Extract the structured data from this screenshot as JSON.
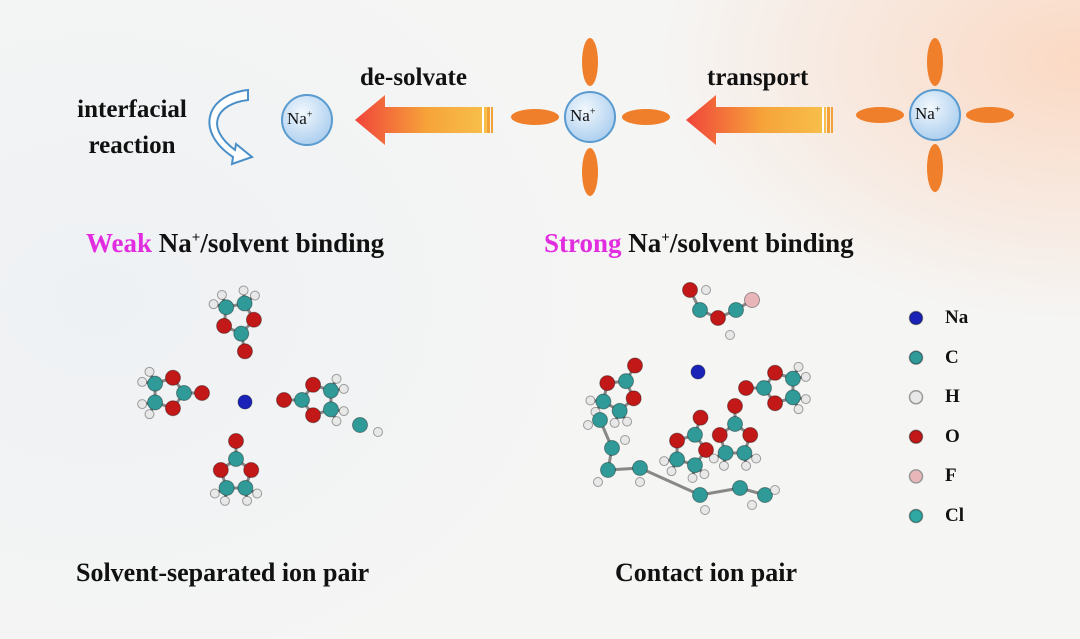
{
  "process": {
    "interfacial_reaction": [
      "interfacial",
      "reaction"
    ],
    "desolvate_label": "de-solvate",
    "transport_label": "transport",
    "ion_label": "Na",
    "ion_charge": "+"
  },
  "binding": {
    "weak": {
      "emphasis": "Weak",
      "ion": "Na",
      "charge": "+",
      "rest": "/solvent binding"
    },
    "strong": {
      "emphasis": "Strong",
      "ion": "Na",
      "charge": "+",
      "rest": "/solvent binding"
    }
  },
  "captions": {
    "left": "Solvent-separated ion pair",
    "right": "Contact ion pair"
  },
  "legend": [
    {
      "label": "Na",
      "color": "#1a22b8"
    },
    {
      "label": "C",
      "color": "#2f9a98"
    },
    {
      "label": "H",
      "color": "#e8e8e8"
    },
    {
      "label": "O",
      "color": "#c21818"
    },
    {
      "label": "F",
      "color": "#e8b6b8"
    },
    {
      "label": "Cl",
      "color": "#2fa8a4"
    }
  ],
  "colors": {
    "emphasis": "#e22ce0",
    "solvent_lobe": "#ef7f2a",
    "ion_fill": "#cfe3f5"
  }
}
